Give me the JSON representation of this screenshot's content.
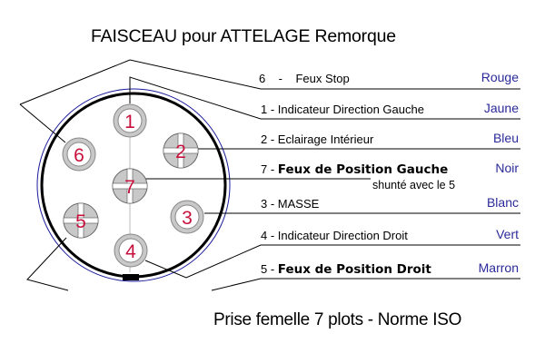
{
  "title": "FAISCEAU pour ATTELAGE Remorque",
  "caption": "Prise femelle 7 plots - Norme ISO",
  "pins": [
    {
      "number": "1",
      "type": "ring"
    },
    {
      "number": "2",
      "type": "cross"
    },
    {
      "number": "3",
      "type": "ring"
    },
    {
      "number": "4",
      "type": "ring"
    },
    {
      "number": "5",
      "type": "cross"
    },
    {
      "number": "6",
      "type": "ring"
    },
    {
      "number": "7",
      "type": "cross"
    }
  ],
  "rows": [
    {
      "prefix": "6    -    ",
      "label": "Feux Stop",
      "bold": false,
      "color": "Rouge"
    },
    {
      "prefix": "1 - ",
      "label": "Indicateur Direction Gauche",
      "bold": false,
      "color": "Jaune"
    },
    {
      "prefix": "2 - ",
      "label": "Eclairage Intérieur",
      "bold": false,
      "color": "Bleu"
    },
    {
      "prefix": "7 - ",
      "label": "Feux de Position Gauche",
      "bold": true,
      "color": "Noir",
      "note": "shunté avec le 5"
    },
    {
      "prefix": "3 - ",
      "label": "MASSE",
      "bold": false,
      "color": "Blanc"
    },
    {
      "prefix": "4 - ",
      "label": "Indicateur Direction Droit",
      "bold": false,
      "color": "Vert"
    },
    {
      "prefix": "5 - ",
      "label": "Feux de Position Droit",
      "bold": true,
      "color": "Marron"
    }
  ],
  "colors": {
    "pin_number": "#c8103c",
    "wire_color_text": "#2a2a9a",
    "outer_ring": "#1a1a9a"
  }
}
